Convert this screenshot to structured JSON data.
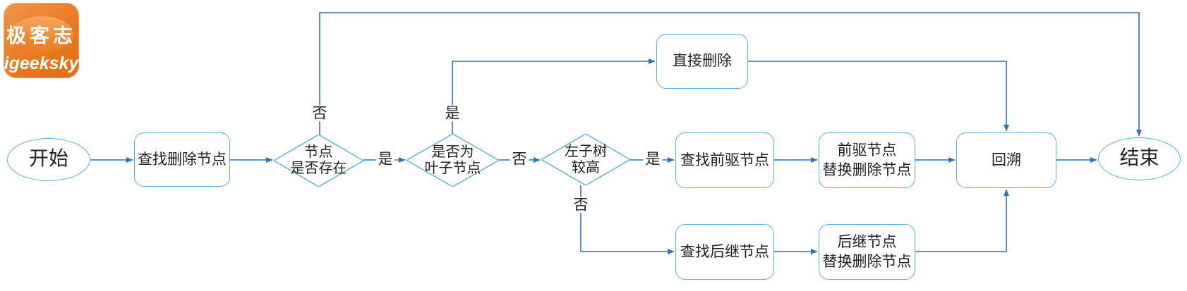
{
  "logo": {
    "title": "极客志",
    "subtitle": "igeeksky"
  },
  "colors": {
    "connector_blue": "#2e74b5",
    "shape_border_blue": "#5baedb",
    "text_color": "#1f1f1f",
    "logo_orange": "#e97a22",
    "logo_highlight_orange": "#f6a55f",
    "logo_text": "#ffffff",
    "background": "#ffffff"
  },
  "nodes": {
    "start": {
      "label": "开始"
    },
    "find_delete": {
      "label": "查找删除节点"
    },
    "node_exists": {
      "label": "节点\n是否存在"
    },
    "is_leaf": {
      "label": "是否为\n叶子节点"
    },
    "left_taller": {
      "label": "左子树\n较高"
    },
    "direct_delete": {
      "label": "直接删除"
    },
    "find_predecessor": {
      "label": "查找前驱节点"
    },
    "predecessor_replace": {
      "label": "前驱节点\n替换删除节点"
    },
    "find_successor": {
      "label": "查找后继节点"
    },
    "successor_replace": {
      "label": "后继节点\n替换删除节点"
    },
    "backtrack": {
      "label": "回溯"
    },
    "end": {
      "label": "结束"
    }
  },
  "edge_labels": {
    "exists_no": "否",
    "exists_yes": "是",
    "leaf_yes": "是",
    "leaf_no": "否",
    "taller_yes": "是",
    "taller_no": "否"
  }
}
